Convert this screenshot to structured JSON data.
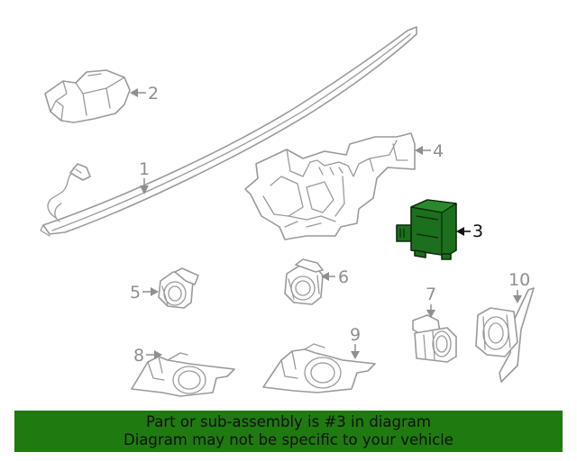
{
  "diagram": {
    "callouts": {
      "c1": "1",
      "c2": "2",
      "c3": "3",
      "c4": "4",
      "c5": "5",
      "c6": "6",
      "c7": "7",
      "c8": "8",
      "c9": "9",
      "c10": "10"
    },
    "highlighted_part": "3",
    "highlight_color": "#1f7a10"
  },
  "banner": {
    "line1": "Part or sub-assembly is #3 in diagram",
    "line2": "Diagram may not be specific to your vehicle",
    "background": "#1f7a10"
  }
}
